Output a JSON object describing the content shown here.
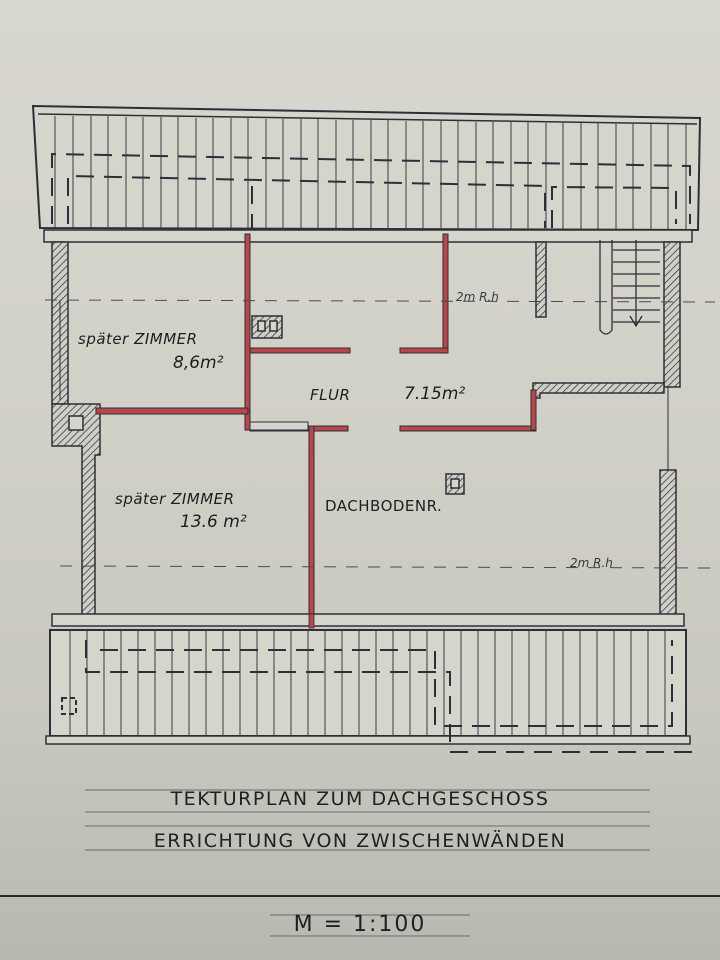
{
  "plan": {
    "type": "floor-plan",
    "floor": "Dachgeschoss",
    "rooms": [
      {
        "id": "zimmer1",
        "name": "später ZIMMER",
        "area": "8,6m²"
      },
      {
        "id": "zimmer2",
        "name": "später ZIMMER",
        "area": "13.6 m²"
      },
      {
        "id": "flur",
        "name": "FLUR",
        "area": "7.15m²"
      },
      {
        "id": "dachboden",
        "name": "DACHBODENR.",
        "area": ""
      }
    ],
    "height_markers": [
      {
        "text": "2m R.h",
        "position": "upper"
      },
      {
        "text": "2m R.h",
        "position": "lower"
      }
    ],
    "colors": {
      "new_walls": "#b8474c",
      "existing_walls": "#3a3a48",
      "paper": "#d4d3ca",
      "ink": "#1f1f24"
    }
  },
  "title_block": {
    "line1": "TEKTURPLAN ZUM DACHGESCHOSS",
    "line2": "ERRICHTUNG VON ZWISCHENWÄNDEN",
    "scale": "M = 1:100"
  }
}
